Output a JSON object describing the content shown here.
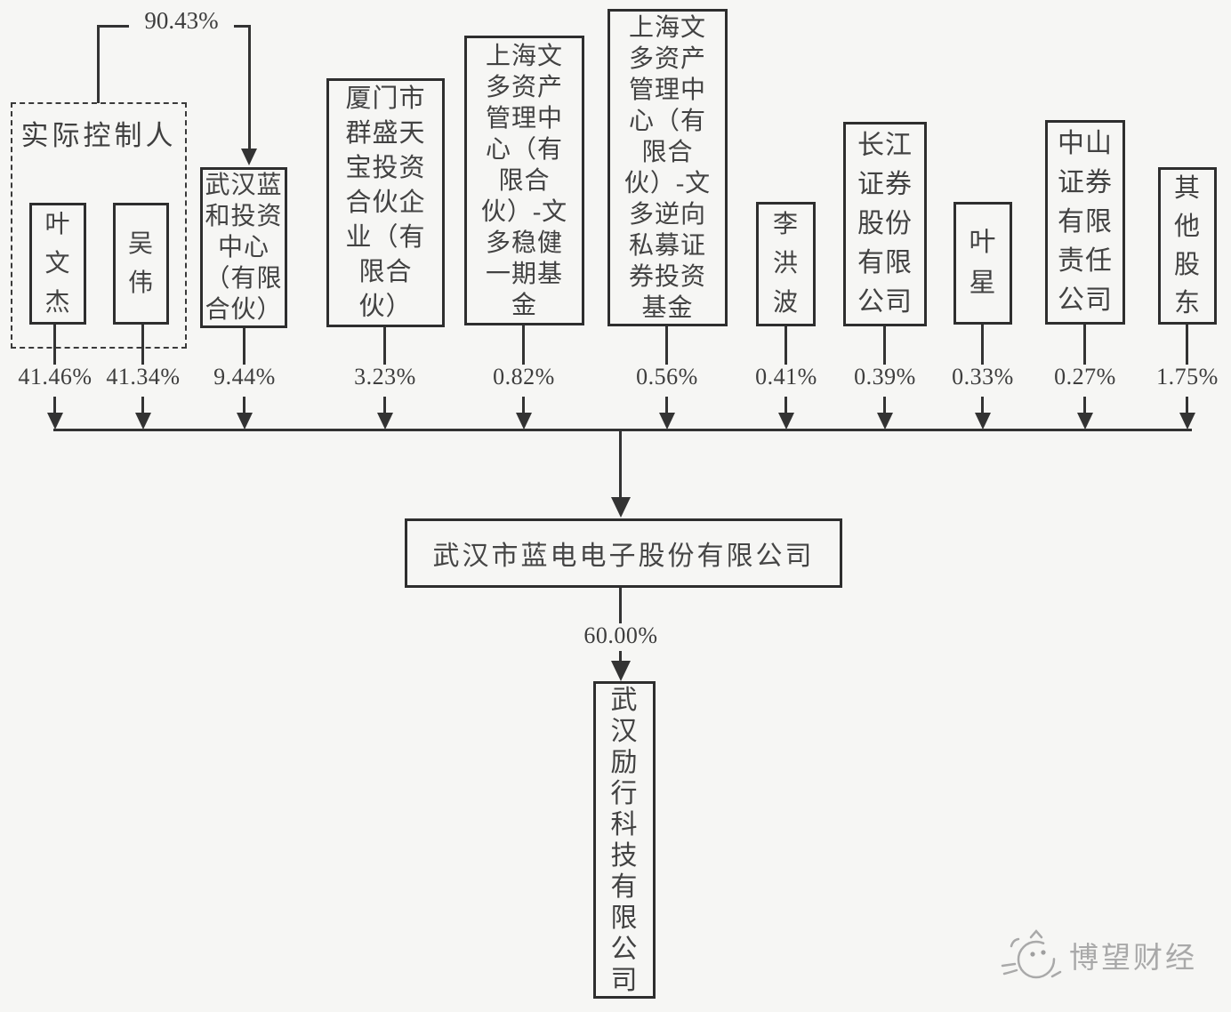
{
  "diagram": {
    "type": "equity-structure-chart",
    "colors": {
      "line": "#333333",
      "border": "#2e2e2e",
      "text": "#424242",
      "background": "#f6f6f4",
      "watermark": "#a9a9a9"
    },
    "controller_group": {
      "label": "实际控制人"
    },
    "controller_arrow": {
      "pct": "90.43%",
      "from": "实际控制人",
      "to": "武汉蓝和投资中心（有限合伙）"
    },
    "shareholders": [
      {
        "name": "叶文杰",
        "display": "叶\n文\n杰",
        "pct": "41.46%"
      },
      {
        "name": "吴伟",
        "display": "吴\n伟",
        "pct": "41.34%"
      },
      {
        "name": "武汉蓝和投资中心（有限合伙）",
        "display": "武汉蓝\n和投资\n中心\n（有限\n合伙）",
        "pct": "9.44%"
      },
      {
        "name": "厦门市群盛天宝投资合伙企业（有限合伙）",
        "display": "厦门市\n群盛天\n宝投资\n合伙企\n业（有\n限合\n伙）",
        "pct": "3.23%"
      },
      {
        "name": "上海文多资产管理中心（有限合伙）-文多稳健一期基金",
        "display": "上海文\n多资产\n管理中\n心（有\n限合\n伙）-文\n多稳健\n一期基\n金",
        "pct": "0.82%"
      },
      {
        "name": "上海文多资产管理中心（有限合伙）-文多逆向私募证券投资基金",
        "display": "上海文\n多资产\n管理中\n心（有\n限合\n伙）-文\n多逆向\n私募证\n券投资\n基金",
        "pct": "0.56%"
      },
      {
        "name": "李洪波",
        "display": "李\n洪\n波",
        "pct": "0.41%"
      },
      {
        "name": "长江证券股份有限公司",
        "display": "长江\n证券\n股份\n有限\n公司",
        "pct": "0.39%"
      },
      {
        "name": "叶星",
        "display": "叶\n星",
        "pct": "0.33%"
      },
      {
        "name": "中山证券有限责任公司",
        "display": "中山\n证券\n有限\n责任\n公司",
        "pct": "0.27%"
      },
      {
        "name": "其他股东",
        "display": "其\n他\n股\n东",
        "pct": "1.75%"
      }
    ],
    "parent_company": {
      "name": "武汉市蓝电电子股份有限公司"
    },
    "subsidiary_arrow": {
      "pct": "60.00%"
    },
    "subsidiary": {
      "name": "武汉励行科技有限公司",
      "display": "武\n汉\n励\n行\n科\n技\n有\n限\n公\n司"
    },
    "watermark": {
      "text": "博望财经",
      "icon": "cat-face-logo"
    }
  }
}
